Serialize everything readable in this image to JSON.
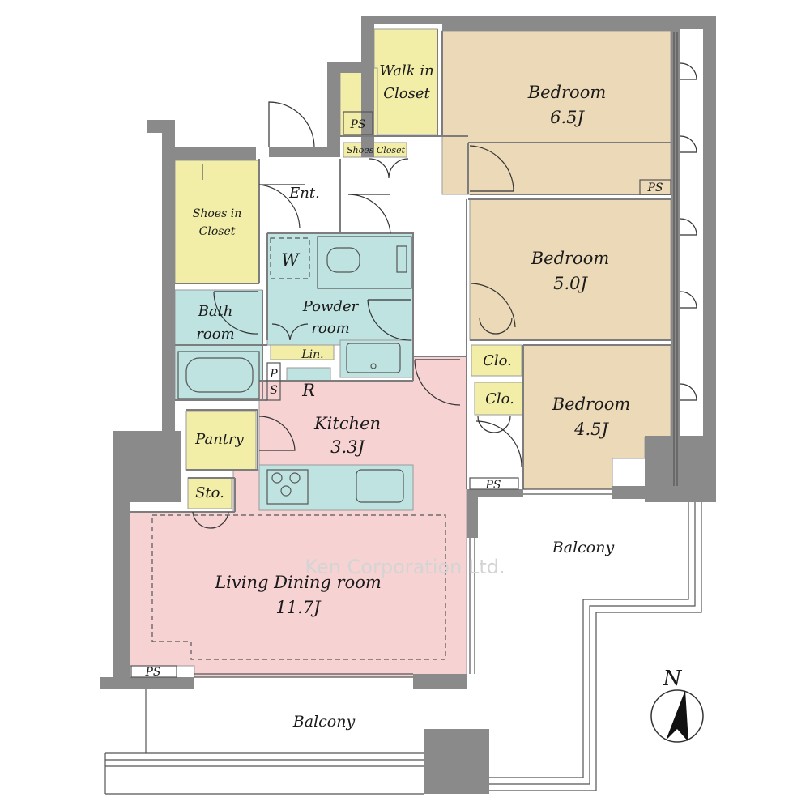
{
  "colors": {
    "bedroom": "#ecd9b8",
    "closet": "#f2eea8",
    "wet": "#bfe3e1",
    "living": "#f6d2d3",
    "wall": "#8a8a8a"
  },
  "rooms": {
    "walk_in_closet": [
      "Walk in",
      "Closet"
    ],
    "bedroom1": [
      "Bedroom",
      "6.5J"
    ],
    "bedroom2": [
      "Bedroom",
      "5.0J"
    ],
    "bedroom3": [
      "Bedroom",
      "4.5J"
    ],
    "shoes_closet": "Shoes Closet",
    "shoes_in_closet": [
      "Shoes in",
      "Closet"
    ],
    "entrance": "Ent.",
    "washer": "W",
    "bathroom": [
      "Bath",
      "room"
    ],
    "powder_room": [
      "Powder",
      "room"
    ],
    "linen": "Lin.",
    "ps_vertical": [
      "P",
      "S"
    ],
    "fridge": "R",
    "closet1": "Clo.",
    "closet2": "Clo.",
    "pantry": "Pantry",
    "kitchen": [
      "Kitchen",
      "3.3J"
    ],
    "storage": "Sto.",
    "living_dining": [
      "Living Dining room",
      "11.7J"
    ],
    "balcony_east": "Balcony",
    "balcony_south": "Balcony"
  },
  "ps_labels": [
    "PS",
    "PS",
    "PS",
    "PS"
  ],
  "watermark": "Ken Corporation Ltd.",
  "compass": {
    "letter": "N"
  }
}
